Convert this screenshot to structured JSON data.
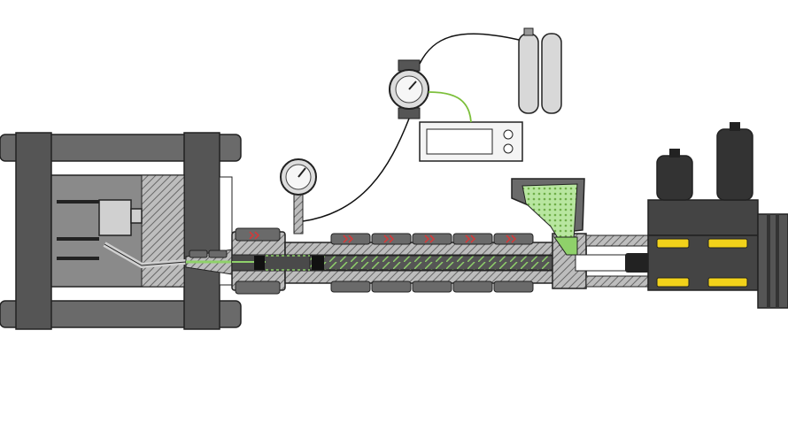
{
  "colors": {
    "background": "#ffffff",
    "frame_dark": "#505050",
    "frame_mid": "#6f6f6f",
    "frame_light": "#9a9a9a",
    "mold_inner": "#4a4a4a",
    "part_light": "#cfcfcf",
    "hatch": "#7a7a7a",
    "heater": "#6a6a6a",
    "heater_mark": "#d23a3a",
    "melt_green": "#8fd16a",
    "gas_cylinder": "#d8d8d8",
    "hopper_pellets": "#b8e6a0",
    "hydraulic_yellow": "#f2d21a",
    "wire_black": "#111111",
    "wire_green": "#7cbf3a",
    "panel_bg": "#f4f4f4"
  },
  "components": {
    "clamping_unit": "clamp-unit",
    "mold": "mold",
    "nozzle": "nozzle",
    "barrel": "barrel",
    "screw": "screw",
    "heater_bands": 5,
    "hopper": "hopper",
    "hydraulic_unit": "hydraulic-unit",
    "pressure_gauge": "pressure-gauge",
    "flow_meter": "flow-meter",
    "controller_panel": "controller-panel",
    "gas_cylinders": 2
  }
}
